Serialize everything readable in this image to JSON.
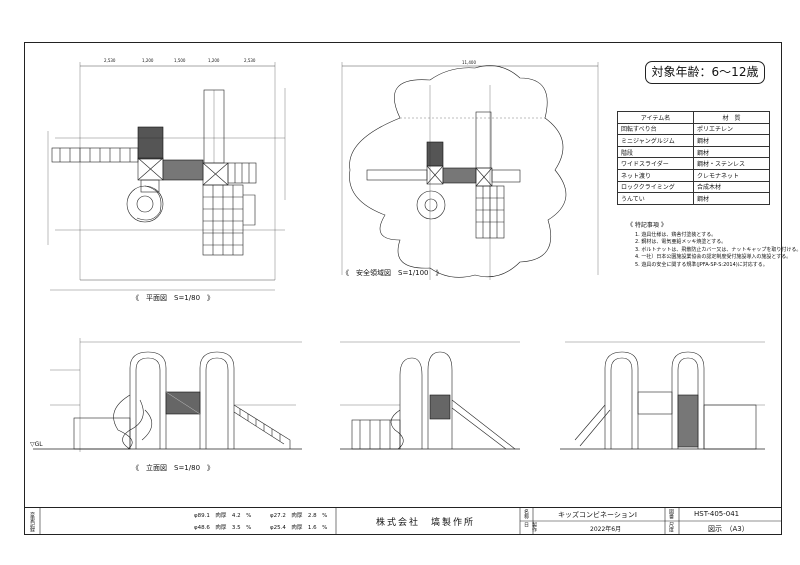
{
  "age_box": "対象年齢：6～12歳",
  "materials": {
    "header_item": "アイテム名",
    "header_material": "材　質",
    "rows": [
      {
        "item": "回転すべり台",
        "material": "ポリエチレン"
      },
      {
        "item": "ミニジャングルジム",
        "material": "鋼材"
      },
      {
        "item": "階段",
        "material": "鋼材"
      },
      {
        "item": "ワイドスライダー",
        "material": "鋼材・ステンレス"
      },
      {
        "item": "ネット渡り",
        "material": "クレモナネット"
      },
      {
        "item": "ロッククライミング",
        "material": "合成木材"
      },
      {
        "item": "うんてい",
        "material": "鋼材"
      }
    ]
  },
  "notes": {
    "title": "《 特記事項 》",
    "lines": [
      "1. 遊具仕様は、鶏舎付塗装とする。",
      "2. 鋼材は、電気亜鉛メッキ焼塗とする。",
      "3. ボルトナットは、飛散防止カバー又は、ナットキャップを取り付ける。",
      "4. 一社）日本公園施設業協会の認定制度受付施設導入の施設とする。",
      "5. 遊具の安全に関する規準(JPFA-SP-S:2014)に対応する。"
    ]
  },
  "captions": {
    "plan": "《　平面図　S=1/80　》",
    "safety": "《　安全領域図　S=1/100　》",
    "elevation": "《　立面図　S=1/80　》"
  },
  "ground_label": "▽GL",
  "title_block": {
    "revision_label": "変更記録",
    "specs": [
      "φ89.1　肉厚　4.2　%",
      "φ48.6　肉厚　3.5　%",
      "φ27.2　肉厚　2.8　%",
      "φ25.4　肉厚　1.6　%"
    ],
    "company": "株式会社　塙製作所",
    "name_label": "名称",
    "date_label": "製作日",
    "name": "キッズコンビネーションⅠ",
    "date": "2022年6月",
    "drawing_no_label": "図番",
    "scale_label": "尺度",
    "drawing_no": "HST-405-041",
    "scale": "図示　（A3）"
  }
}
